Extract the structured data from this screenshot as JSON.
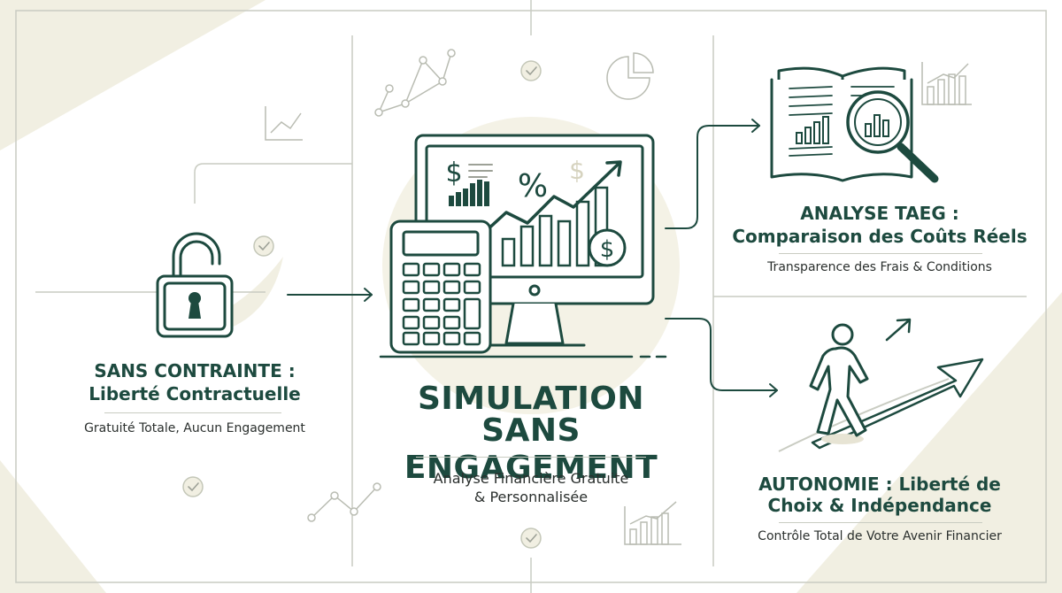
{
  "colors": {
    "ink": "#1d4a3f",
    "accent_fill": "#f1efe2",
    "line": "#c9ccc2",
    "text": "#2a2f2d"
  },
  "left": {
    "title_line1": "SANS CONTRAINTE :",
    "title_line2": "Liberté Contractuelle",
    "subtitle": "Gratuité Totale, Aucun Engagement",
    "icon": "open-padlock-icon"
  },
  "center": {
    "title_line1": "SIMULATION",
    "title_line2": "SANS ENGAGEMENT",
    "subtitle_line1": "Analyse Financière Gratuite",
    "subtitle_line2": "& Personnalisée",
    "icon": "computer-calculator-chart-icon",
    "screen_symbols": [
      "$",
      "%",
      "$"
    ]
  },
  "top_right": {
    "title_line1": "ANALYSE TAEG :",
    "title_line2": "Comparaison des Coûts Réels",
    "subtitle": "Transparence des Frais & Conditions",
    "icon": "book-magnifier-icon"
  },
  "bottom_right": {
    "title_line1": "AUTONOMIE : Liberté de",
    "title_line2": "Choix & Indépendance",
    "subtitle": "Contrôle Total de Votre Avenir Financier",
    "icon": "walking-person-arrow-icon"
  }
}
